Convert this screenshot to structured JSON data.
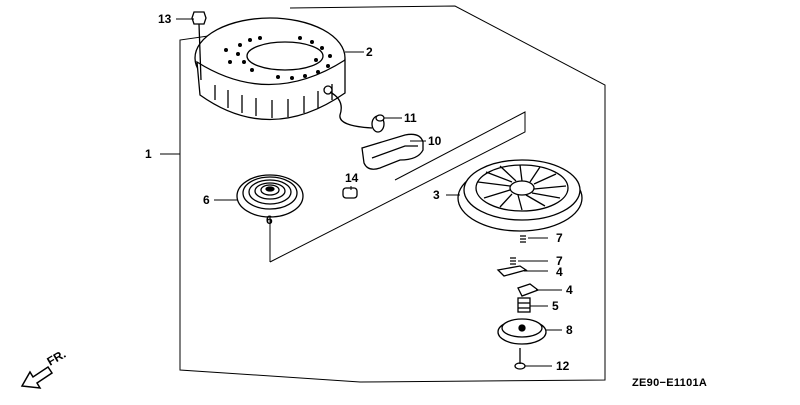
{
  "diagram": {
    "code": "ZE90−E1101A",
    "direction_label": "FR.",
    "callouts": [
      "1",
      "2",
      "3",
      "4",
      "4",
      "5",
      "6",
      "6",
      "7",
      "7",
      "8",
      "10",
      "11",
      "12",
      "13",
      "14"
    ]
  }
}
